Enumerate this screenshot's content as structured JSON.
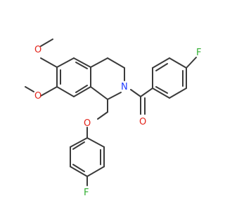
{
  "molecule": {
    "labels": {
      "o_methoxy_top": "O",
      "o_methoxy_bottom": "O",
      "n_ring": "N",
      "o_carbonyl": "O",
      "o_ether": "O",
      "f_top": "F",
      "f_bottom": "F"
    },
    "colors": {
      "bond": "#3a3a3a",
      "oxygen": "#e2231a",
      "nitrogen": "#1f3cff",
      "fluorine": "#2fae2f"
    }
  }
}
